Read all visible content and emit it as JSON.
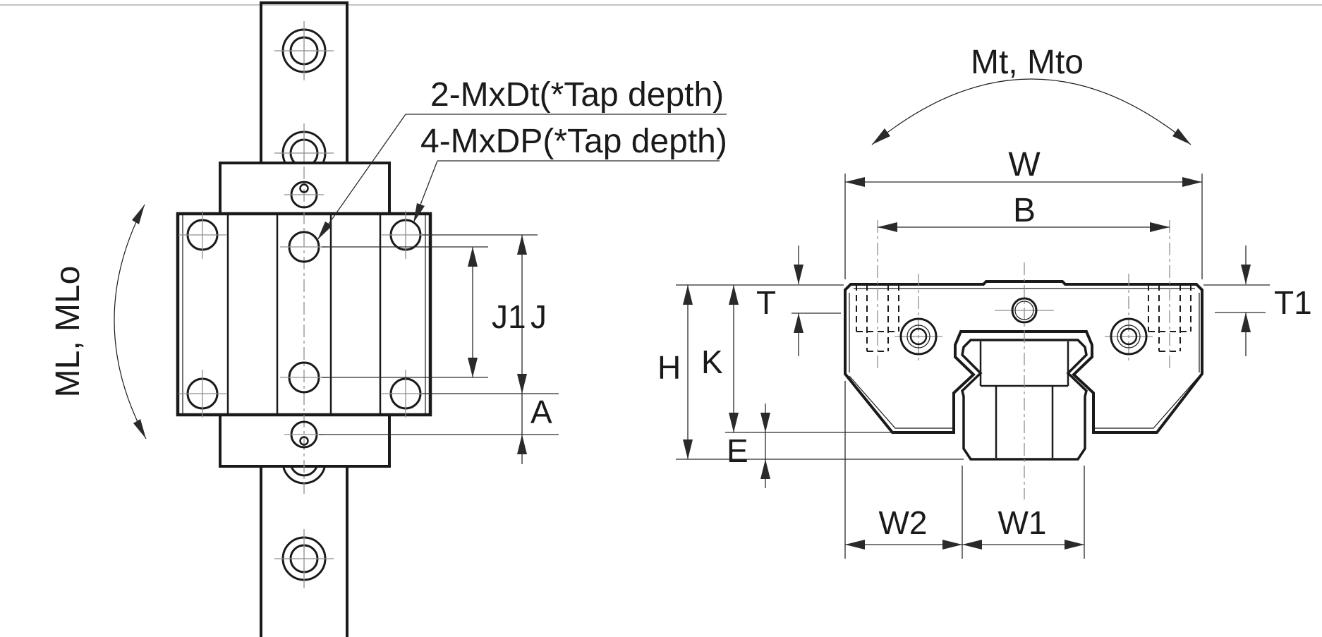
{
  "drawing": {
    "title": "linear-guide-block-dimension-drawing",
    "colors": {
      "line": "#1a1a1a",
      "dimension": "#2a2a2a",
      "centerline": "#8f8f8f",
      "background": "#ffffff",
      "top_border": "#c4c4c4"
    },
    "plan_view": {
      "leader_tap_center": "2-MxDt(*Tap depth)",
      "leader_tap_corner": "4-MxDP(*Tap depth)",
      "moment_label": "ML, MLo",
      "dims": {
        "j1": "J1",
        "j": "J",
        "a": "A"
      }
    },
    "front_view": {
      "moment_label": "Mt, Mto",
      "dims": {
        "w": "W",
        "b": "B",
        "t": "T",
        "t1": "T1",
        "h": "H",
        "k": "K",
        "e": "E",
        "w2": "W2",
        "w1": "W1"
      }
    }
  }
}
